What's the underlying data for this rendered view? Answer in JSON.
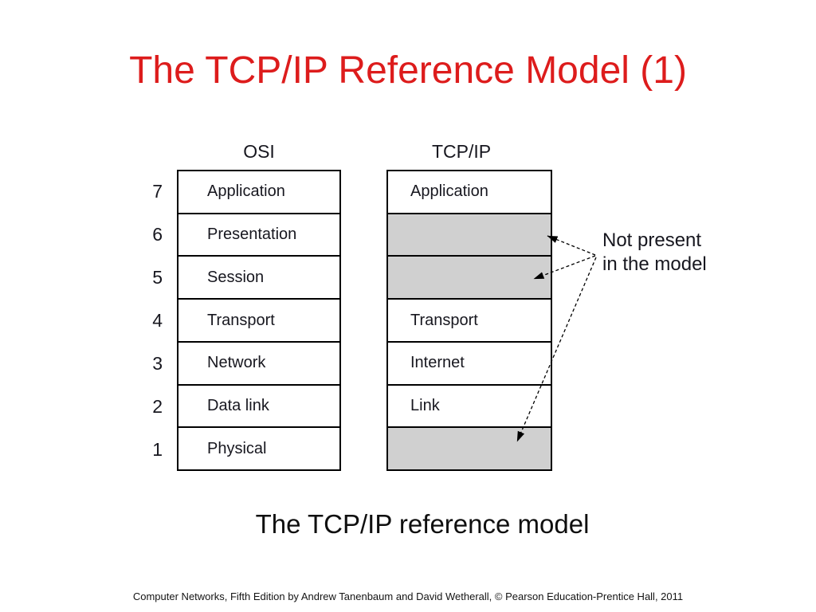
{
  "title": "The TCP/IP Reference Model (1)",
  "caption": "The TCP/IP reference model",
  "footer": "Computer Networks, Fifth Edition by Andrew Tanenbaum and David Wetherall, © Pearson Education-Prentice Hall, 2011",
  "colors": {
    "title_red": "#dd1c1c",
    "not_present_grey": "#d0d0d0",
    "diagram_line": "#000000"
  },
  "diagram": {
    "osi": {
      "header": "OSI",
      "layers": [
        {
          "number": "7",
          "label": "Application",
          "not_present": false
        },
        {
          "number": "6",
          "label": "Presentation",
          "not_present": false
        },
        {
          "number": "5",
          "label": "Session",
          "not_present": false
        },
        {
          "number": "4",
          "label": "Transport",
          "not_present": false
        },
        {
          "number": "3",
          "label": "Network",
          "not_present": false
        },
        {
          "number": "2",
          "label": "Data link",
          "not_present": false
        },
        {
          "number": "1",
          "label": "Physical",
          "not_present": false
        }
      ]
    },
    "tcpip": {
      "header": "TCP/IP",
      "layers": [
        {
          "label": "Application",
          "not_present": false
        },
        {
          "label": "",
          "not_present": true
        },
        {
          "label": "",
          "not_present": true
        },
        {
          "label": "Transport",
          "not_present": false
        },
        {
          "label": "Internet",
          "not_present": false
        },
        {
          "label": "Link",
          "not_present": false
        },
        {
          "label": "",
          "not_present": true
        }
      ]
    },
    "annotation": {
      "line1": "Not present",
      "line2": "in the model"
    }
  }
}
